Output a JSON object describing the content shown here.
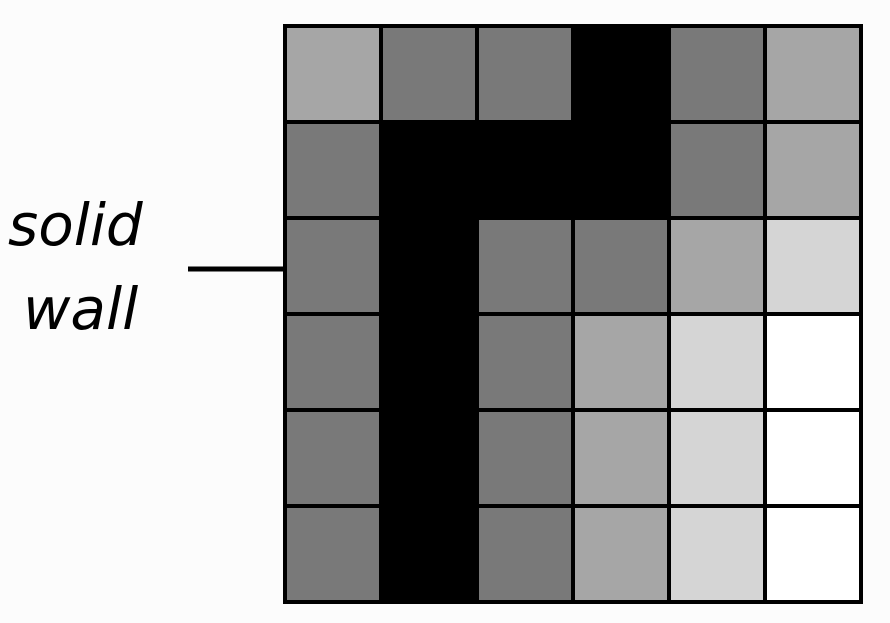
{
  "label": {
    "line1": "solid",
    "line2": "wall"
  },
  "colors": {
    "wall": "#000000",
    "dark": "#797979",
    "medium": "#a6a6a6",
    "light": "#d5d5d5",
    "white": "#ffffff",
    "gridline": "#000000"
  },
  "grid": {
    "rows": 6,
    "cols": 6,
    "cells": [
      [
        "medium",
        "dark",
        "dark",
        "wall",
        "dark",
        "medium"
      ],
      [
        "dark",
        "wall",
        "wall",
        "wall",
        "dark",
        "medium"
      ],
      [
        "dark",
        "wall",
        "dark",
        "dark",
        "medium",
        "light"
      ],
      [
        "dark",
        "wall",
        "dark",
        "medium",
        "light",
        "white"
      ],
      [
        "dark",
        "wall",
        "dark",
        "medium",
        "light",
        "white"
      ],
      [
        "dark",
        "wall",
        "dark",
        "medium",
        "light",
        "white"
      ]
    ]
  }
}
